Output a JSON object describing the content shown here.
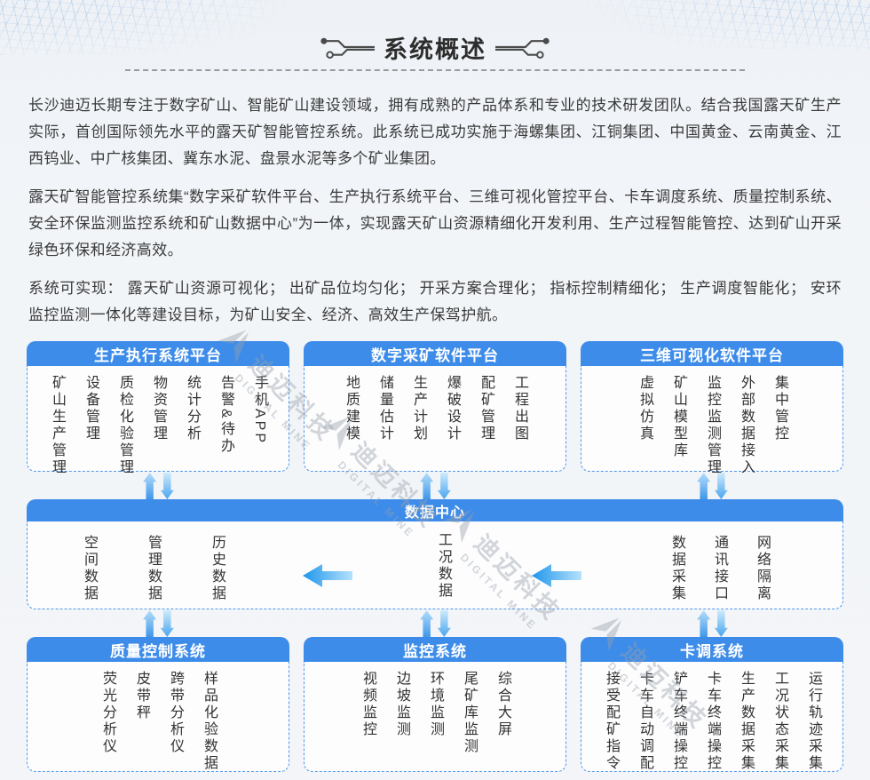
{
  "header": {
    "title": "系统概述"
  },
  "intro": {
    "paragraphs": [
      "长沙迪迈长期专注于数字矿山、智能矿山建设领域，拥有成熟的产品体系和专业的技术研发团队。结合我国露天矿生产实际，首创国际领先水平的露天矿智能管控系统。此系统已成功实施于海螺集团、江铜集团、中国黄金、云南黄金、江西钨业、中广核集团、冀东水泥、盘景水泥等多个矿业集团。",
      "露天矿智能管控系统集“数字采矿软件平台、生产执行系统平台、三维可视化管控平台、卡车调度系统、质量控制系统、安全环保监测监控系统和矿山数据中心”为一体，实现露天矿山资源精细化开发利用、生产过程智能管控、达到矿山开采绿色环保和经济高效。",
      "系统可实现： 露天矿山资源可视化； 出矿品位均匀化； 开采方案合理化； 指标控制精细化； 生产调度智能化； 安环监控监测一体化等建设目标，为矿山安全、经济、高效生产保驾护航。"
    ]
  },
  "diagram": {
    "top_boxes": [
      {
        "title": "生产执行系统平台",
        "items": [
          "矿山生产管理",
          "设备管理",
          "质检化验管理",
          "物资管理",
          "统计分析",
          "告警&待办",
          "手机APP"
        ]
      },
      {
        "title": "数字采矿软件平台",
        "items": [
          "地质建模",
          "储量估计",
          "生产计划",
          "爆破设计",
          "配矿管理",
          "工程出图"
        ]
      },
      {
        "title": "三维可视化软件平台",
        "items": [
          "虚拟仿真",
          "矿山模型库",
          "监控监测管理",
          "外部数据接入",
          "集中管控"
        ]
      }
    ],
    "data_center": {
      "title": "数据中心",
      "left_items": [
        "空间数据",
        "管理数据",
        "历史数据"
      ],
      "center_item": "工况数据",
      "right_items": [
        "数据采集",
        "通讯接口",
        "网络隔离"
      ]
    },
    "bottom_boxes": [
      {
        "title": "质量控制系统",
        "items": [
          "荧光分析仪",
          "皮带秤",
          "跨带分析仪",
          "样品化验数据"
        ]
      },
      {
        "title": "监控系统",
        "items": [
          "视频监控",
          "边坡监测",
          "环境监测",
          "尾矿库监测",
          "综合大屏"
        ]
      },
      {
        "title": "卡调系统",
        "items": [
          "接受配矿指令",
          "卡车自动调配",
          "铲车终端操控",
          "卡车终端操控",
          "生产数据采集",
          "工况状态采集",
          "运行轨迹采集"
        ]
      }
    ],
    "watermark": {
      "cn": "迪迈科技",
      "en": "DIGITAL MINE"
    }
  },
  "colors": {
    "header_blue": "#3e8ce9",
    "dashed_border_blue": "#4d96ec",
    "arrow_blue": "#4ba0ed",
    "background": "#f1f4f8",
    "text_dark": "#333333"
  }
}
